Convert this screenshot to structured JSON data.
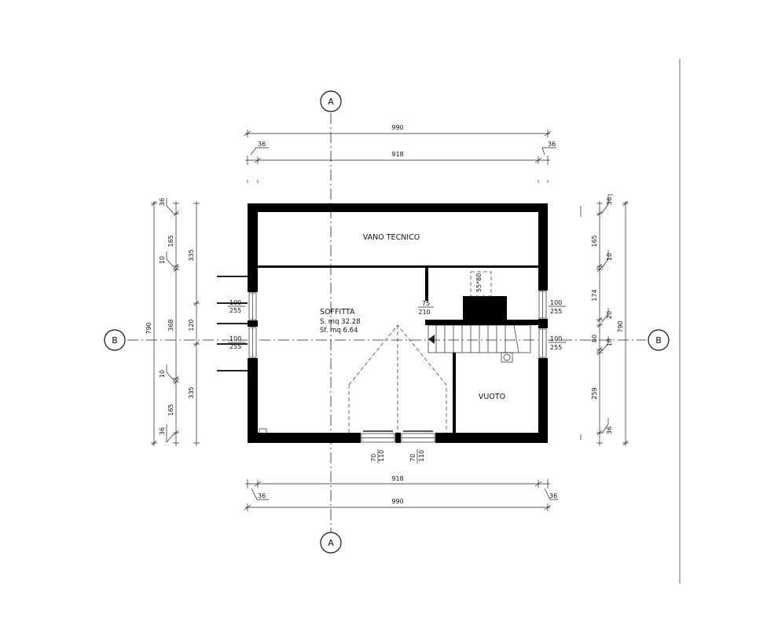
{
  "rooms": {
    "vano_tecnico": "VANO TECNICO",
    "soffitta": "SOFFITTA",
    "soffitta_s": "S. mq 32.28",
    "soffitta_sf": "Sf. mq 6.64",
    "vuoto": "VUOTO"
  },
  "markers": {
    "a": "A",
    "b": "B"
  },
  "dims": {
    "top_overall": "990",
    "top_inner": "918",
    "top_wall_left": "36",
    "top_wall_right": "36",
    "bottom_overall": "990",
    "bottom_inner": "918",
    "bottom_wall_left": "36",
    "bottom_wall_right": "36",
    "left_outer": "790",
    "left_top_wall": "36",
    "left_165a": "165",
    "left_10a": "10",
    "left_368": "368",
    "left_10b": "10",
    "left_165b": "165",
    "left_bottom_wall": "36",
    "left_335a": "335",
    "left_120": "120",
    "left_335b": "335",
    "right_outer": "790",
    "right_top_wall": "36",
    "right_165": "165",
    "right_10a": "10",
    "right_174": "174",
    "right_20": "20",
    "right_80": "80",
    "right_10b": "10",
    "right_259": "259",
    "right_bottom_wall": "36",
    "door_w": "75",
    "door_h": "210",
    "flue": "55*80",
    "win_left_top_w": "100",
    "win_left_top_h": "255",
    "win_left_bot_w": "100",
    "win_left_bot_h": "255",
    "win_right_top_w": "100",
    "win_right_top_h": "255",
    "win_right_bot_w": "100",
    "win_right_bot_h": "255",
    "win_bot1_w": "70",
    "win_bot1_h": "110",
    "win_bot2_w": "70",
    "win_bot2_h": "110"
  }
}
